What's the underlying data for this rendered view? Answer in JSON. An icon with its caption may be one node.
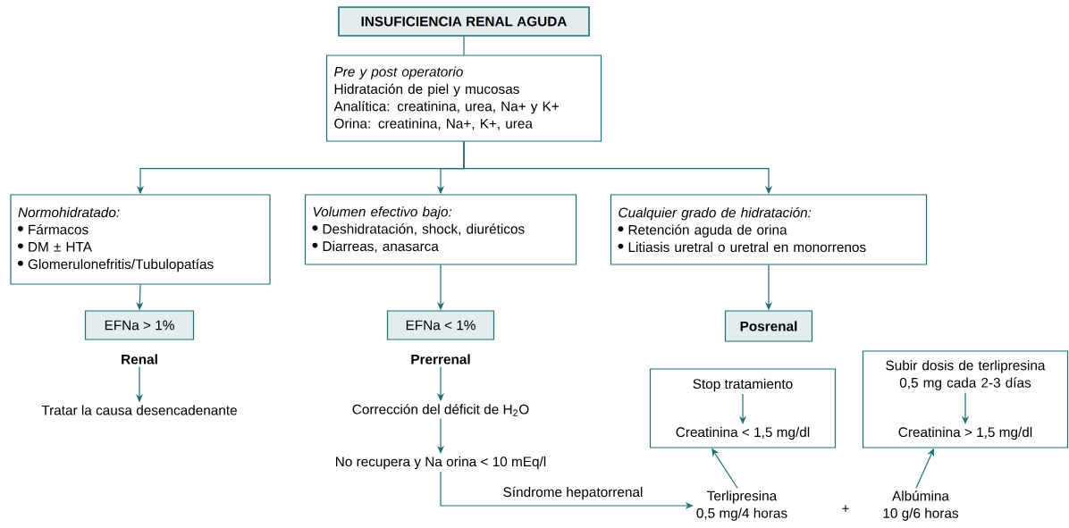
{
  "diagram": {
    "nodes": [
      {
        "text": [
          "INSUFICIENCIA RENAL AGUDA"
        ]
      },
      {
        "text": [
          "Pre y post operatorio",
          "Hidratación de piel y mucosas",
          "Analítica: creatinina, urea, Na+ y K+",
          "Orina: creatinina, Na+, K+, urea"
        ]
      },
      {
        "text": [
          "Normohidratado:",
          "Fármacos",
          "DM ± HTA",
          "Glomerulonefritis/Tubulopatías"
        ]
      },
      {
        "text": [
          "Volumen efectivo bajo:",
          "Deshidratación, shock, diuréticos",
          "Diarreas, anasarca"
        ]
      },
      {
        "text": [
          "Cualquier grado de hidratación:",
          "Retención aguda de orina",
          "Litiasis uretral o uretral en monorrenos"
        ]
      },
      {
        "text": [
          "EFNa > 1%"
        ]
      },
      {
        "text": [
          "EFNa < 1%"
        ]
      },
      {
        "text": [
          "Posrenal"
        ]
      },
      {
        "text": [
          "Renal"
        ]
      },
      {
        "text": [
          "Prerrenal"
        ]
      },
      {
        "text": [
          "Tratar la causa desencadenante"
        ]
      },
      {
        "text": [
          "Corrección del déficit de H$_{2}$O"
        ]
      },
      {
        "text": [
          "No recupera y Na orina < 10 mEq/l"
        ]
      },
      {
        "text": [],
        "shape": "box"
      },
      {
        "text": [
          "Stop tratamiento"
        ],
        "in": 13
      },
      {
        "text": [
          "Creatinina < 1,5 mg/dl"
        ],
        "in": 13
      },
      {
        "text": [],
        "shape": "box"
      },
      {
        "text": [
          "Subir dosis de terlipresina 0,5 mg cada 2-3 días"
        ],
        "in": 16
      },
      {
        "text": [
          "Creatinina > 1,5 mg/dl"
        ],
        "in": 16
      },
      {
        "text": [
          "Terlipresina",
          "0,5 mg/4 horas"
        ]
      },
      {
        "text": [
          "Albúmina",
          "10 g/6 horas"
        ]
      }
    ],
    "edges": [
      {
        "from": 0,
        "to": 1,
        "arrow": "none"
      },
      {
        "from": 1,
        "to": 2,
        "arrow": "to"
      },
      {
        "from": 1,
        "to": 3,
        "arrow": "to"
      },
      {
        "from": 1,
        "to": 4,
        "arrow": "to"
      },
      {
        "from": 2,
        "to": 5,
        "arrow": "to"
      },
      {
        "from": 3,
        "to": 6,
        "arrow": "to"
      },
      {
        "from": 4,
        "to": 7,
        "arrow": "to"
      },
      {
        "from": 8,
        "to": 10,
        "arrow": "to"
      },
      {
        "from": 9,
        "to": 11,
        "arrow": "to"
      },
      {
        "from": 11,
        "to": 12,
        "arrow": "to"
      },
      {
        "from": 14,
        "to": 15,
        "arrow": "to"
      },
      {
        "from": 17,
        "to": 18,
        "arrow": "to"
      },
      {
        "from": 12,
        "to": 19,
        "arrow": "to",
        "label": "Síndrome hepatorrenal"
      },
      {
        "from": 19,
        "to": 13,
        "arrow": "to"
      },
      {
        "from": 20,
        "to": 16,
        "arrow": "to"
      }
    ],
    "labels": [
      "+"
    ]
  }
}
